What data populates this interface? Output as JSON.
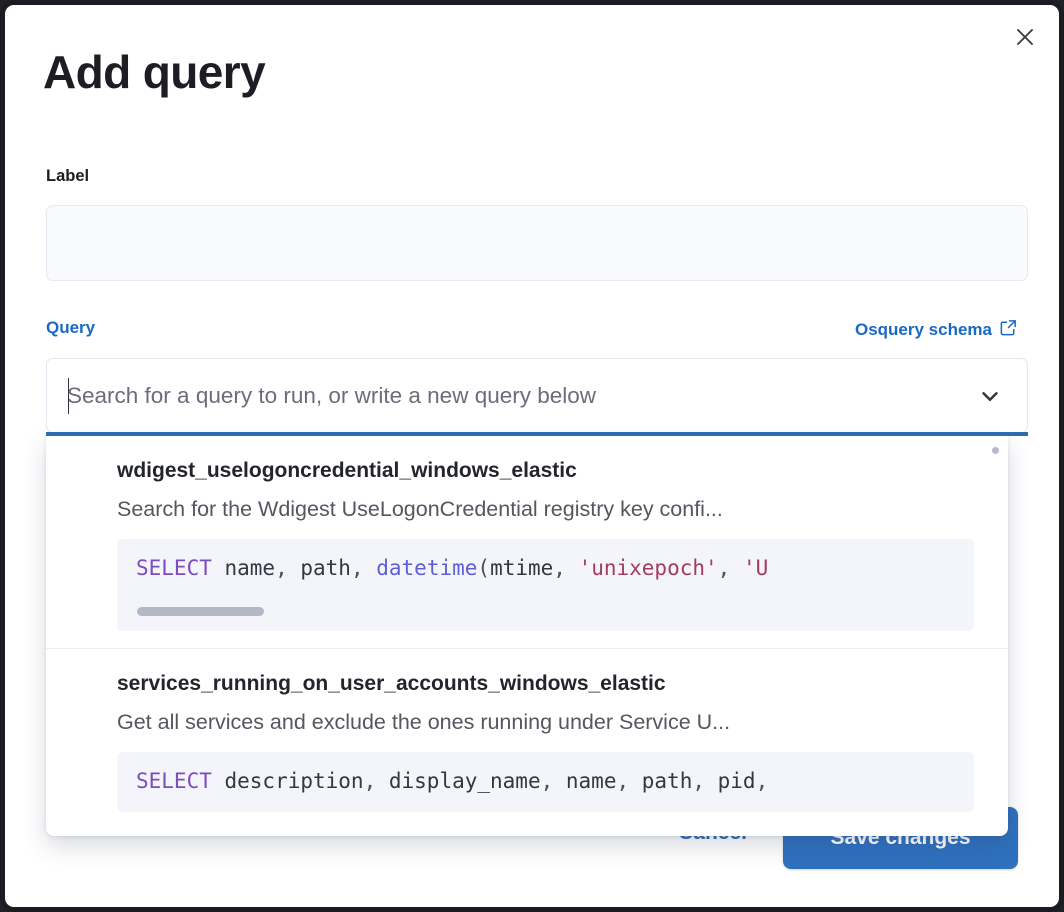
{
  "modal": {
    "title": "Add query",
    "close_icon": "close-icon"
  },
  "label_field": {
    "label": "Label",
    "value": "",
    "placeholder": ""
  },
  "query_section": {
    "label": "Query",
    "schema_link_text": "Osquery schema",
    "schema_link_icon": "external-link-icon",
    "combobox": {
      "placeholder": "Search for a query to run, or write a new query below",
      "value": "",
      "chevron_icon": "chevron-down-icon"
    }
  },
  "dropdown": {
    "options": [
      {
        "title": "wdigest_uselogoncredential_windows_elastic",
        "description": "Search for the Wdigest UseLogonCredential registry key confi...",
        "code_tokens": [
          {
            "t": "SELECT",
            "c": "kw"
          },
          {
            "t": " name",
            "c": "plain"
          },
          {
            "t": ", ",
            "c": "punct"
          },
          {
            "t": "path",
            "c": "plain"
          },
          {
            "t": ", ",
            "c": "punct"
          },
          {
            "t": "datetime",
            "c": "fn"
          },
          {
            "t": "(",
            "c": "punct"
          },
          {
            "t": "mtime",
            "c": "plain"
          },
          {
            "t": ", ",
            "c": "punct"
          },
          {
            "t": "'unixepoch'",
            "c": "str"
          },
          {
            "t": ", ",
            "c": "punct"
          },
          {
            "t": "'U",
            "c": "str"
          }
        ],
        "has_scrollbar": true
      },
      {
        "title": "services_running_on_user_accounts_windows_elastic",
        "description": "Get all services and exclude the ones running under Service U...",
        "code_tokens": [
          {
            "t": "SELECT",
            "c": "kw"
          },
          {
            "t": " description",
            "c": "plain"
          },
          {
            "t": ", ",
            "c": "punct"
          },
          {
            "t": "display_name",
            "c": "plain"
          },
          {
            "t": ", ",
            "c": "punct"
          },
          {
            "t": "name",
            "c": "plain"
          },
          {
            "t": ", ",
            "c": "punct"
          },
          {
            "t": "path",
            "c": "plain"
          },
          {
            "t": ", ",
            "c": "punct"
          },
          {
            "t": "pid",
            "c": "plain"
          },
          {
            "t": ",",
            "c": "punct"
          }
        ],
        "has_scrollbar": false
      }
    ]
  },
  "footer": {
    "cancel_label": "Cancel",
    "save_label": "Save changes"
  },
  "colors": {
    "accent": "#2d6cb5",
    "link": "#1a69c4",
    "primary_button": "#2f71bd",
    "title_text": "#1d1e24"
  }
}
